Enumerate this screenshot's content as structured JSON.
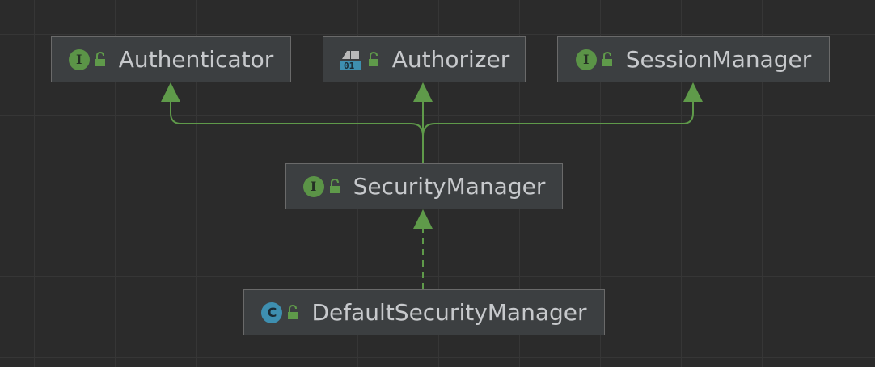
{
  "nodes": [
    {
      "id": "authenticator",
      "label": "Authenticator",
      "kind": "interface",
      "badge": "I"
    },
    {
      "id": "authorizer",
      "label": "Authorizer",
      "kind": "annotation",
      "badge": "01"
    },
    {
      "id": "sessionmanager",
      "label": "SessionManager",
      "kind": "interface",
      "badge": "I"
    },
    {
      "id": "securitymanager",
      "label": "SecurityManager",
      "kind": "interface",
      "badge": "I"
    },
    {
      "id": "defaultsecuritymanager",
      "label": "DefaultSecurityManager",
      "kind": "class",
      "badge": "C"
    }
  ],
  "edges": [
    {
      "from": "securitymanager",
      "to": "authenticator",
      "type": "extends"
    },
    {
      "from": "securitymanager",
      "to": "authorizer",
      "type": "extends"
    },
    {
      "from": "securitymanager",
      "to": "sessionmanager",
      "type": "extends"
    },
    {
      "from": "defaultsecuritymanager",
      "to": "securitymanager",
      "type": "implements"
    }
  ],
  "colors": {
    "background": "#2b2b2b",
    "grid": "#363636",
    "node_fill": "#3c3f41",
    "node_border": "#6a6a6a",
    "edge": "#5f9a4a",
    "interface_badge": "#5b9447",
    "class_badge": "#3e8fb0",
    "lock": "#5f9a4a",
    "text": "#c7c9cc"
  }
}
